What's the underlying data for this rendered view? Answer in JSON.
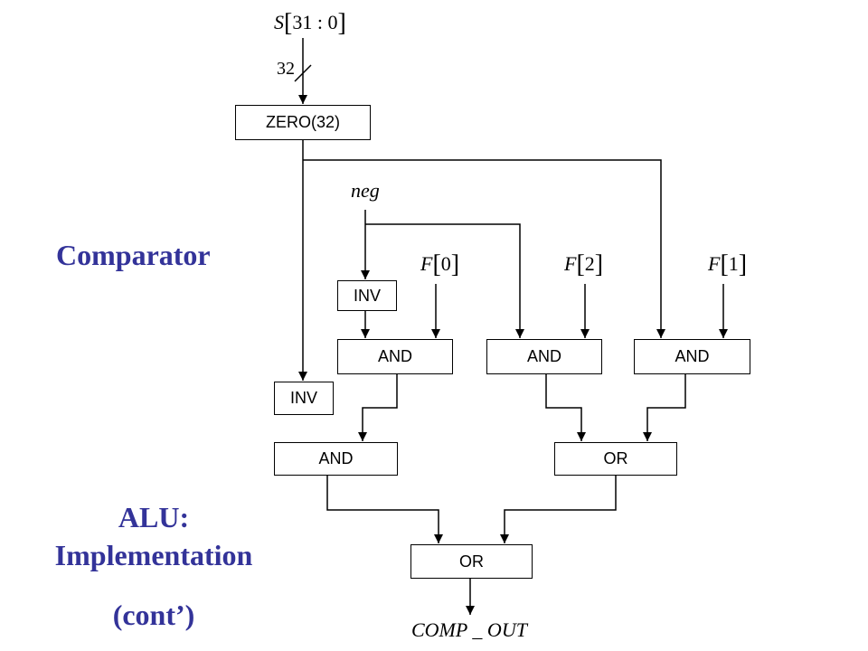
{
  "side": {
    "comparator": "Comparator",
    "title_line1": "ALU:",
    "title_line2": "Implementation",
    "title_line3": "(cont’)"
  },
  "colors": {
    "title": "#333399",
    "lines": "#000000"
  },
  "signals": {
    "s_name": "S",
    "s_range": "31 : 0",
    "bus_width": "32",
    "neg": "neg",
    "f_name": "F",
    "f0": "0",
    "f2": "2",
    "f1": "1",
    "comp_out": "COMP _ OUT"
  },
  "blocks": {
    "zero": "ZERO(32)",
    "inv_neg": "INV",
    "and_f0": "AND",
    "and_f2": "AND",
    "and_f1": "AND",
    "inv_zero": "INV",
    "and_left": "AND",
    "or_right": "OR",
    "or_final": "OR"
  }
}
